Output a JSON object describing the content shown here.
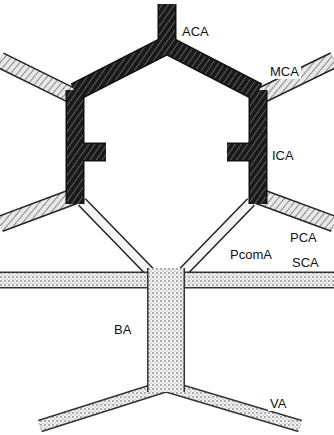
{
  "diagram": {
    "labels": [
      "ACA",
      "MCA",
      "ICA",
      "PCA",
      "PcomA",
      "SCA",
      "BA",
      "VA"
    ]
  }
}
